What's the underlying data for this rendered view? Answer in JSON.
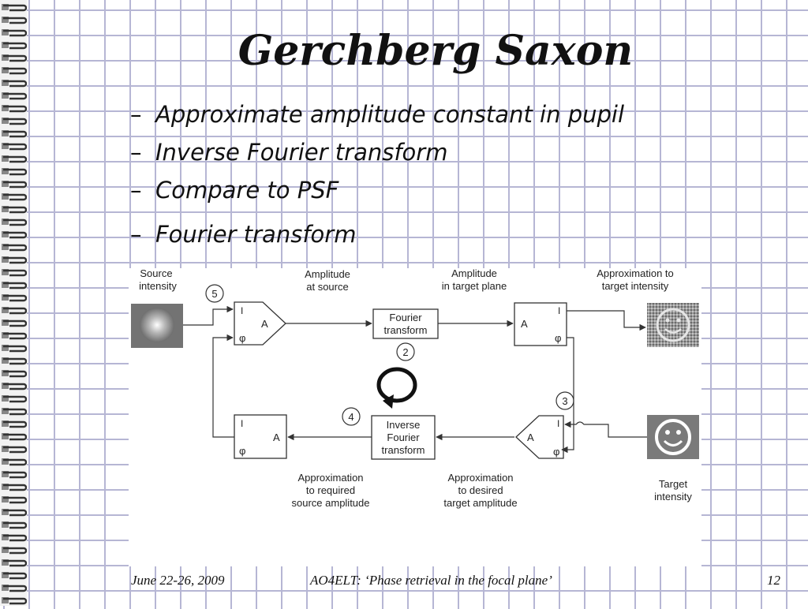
{
  "slide": {
    "title": "Gerchberg Saxon",
    "bullets": [
      "Approximate amplitude constant in pupil",
      "Inverse Fourier transform",
      "Compare to PSF",
      "Fourier transform"
    ],
    "bullet_marker": "–"
  },
  "diagram": {
    "labels": {
      "source_intensity_1": "Source",
      "source_intensity_2": "intensity",
      "amp_source_1": "Amplitude",
      "amp_source_2": "at source",
      "amp_target_1": "Amplitude",
      "amp_target_2": "in target plane",
      "approx_target_1": "Approximation to",
      "approx_target_2": "target intensity",
      "fourier_1": "Fourier",
      "fourier_2": "transform",
      "inverse_1": "Inverse",
      "inverse_2": "Fourier",
      "inverse_3": "transform",
      "approx_source_amp_1": "Approximation",
      "approx_source_amp_2": "to required",
      "approx_source_amp_3": "source amplitude",
      "approx_desired_1": "Approximation",
      "approx_desired_2": "to desired",
      "approx_desired_3": "target amplitude",
      "target_intensity_1": "Target",
      "target_intensity_2": "intensity"
    },
    "steps": {
      "s2": "2",
      "s3": "3",
      "s4": "4",
      "s5": "5"
    },
    "box_symbols": {
      "I": "I",
      "A": "A",
      "phi": "φ"
    }
  },
  "footer": {
    "date": "June 22-26, 2009",
    "event": "AO4ELT:  ‘Phase retrieval in the focal plane’",
    "page": "12"
  }
}
